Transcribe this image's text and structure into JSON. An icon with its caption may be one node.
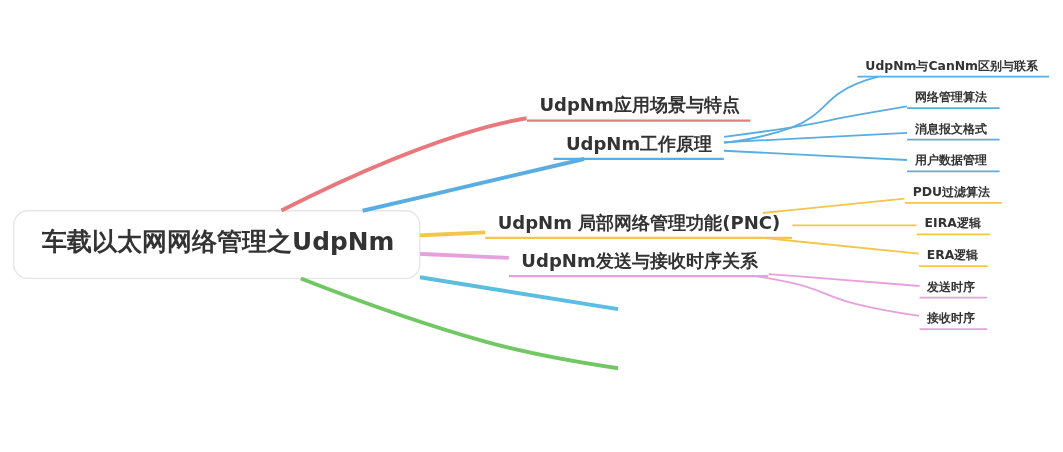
{
  "diagram": {
    "nodes": [
      {
        "text": [
          "车载以太网网络管理之UdpNm"
        ]
      },
      {
        "text": [
          "UdpNm应用场景与特点"
        ]
      },
      {
        "text": [
          "UdpNm工作原理"
        ]
      },
      {
        "text": [
          "UdpNm与CanNm区别与联系"
        ]
      },
      {
        "text": [
          "网络管理算法"
        ]
      },
      {
        "text": [
          "消息报文格式"
        ]
      },
      {
        "text": [
          "用户数据管理"
        ]
      },
      {
        "text": [
          "UdpNm 局部网络管理功能(PNC)"
        ]
      },
      {
        "text": [
          "PDU过滤算法"
        ]
      },
      {
        "text": [
          "EIRA逻辑"
        ]
      },
      {
        "text": [
          "ERA逻辑"
        ]
      },
      {
        "text": [
          "UdpNm发送与接收时序关系"
        ]
      },
      {
        "text": [
          "发送时序"
        ]
      },
      {
        "text": [
          "接收时序"
        ]
      }
    ],
    "edges": [
      {
        "from": 0,
        "to": 1,
        "arrow": "none",
        "style": "thick",
        "color": "#e8787c"
      },
      {
        "from": 0,
        "to": 2,
        "arrow": "none",
        "style": "thick",
        "color": "#5aade0"
      },
      {
        "from": 2,
        "to": 3,
        "arrow": "none",
        "color": "#5aade0"
      },
      {
        "from": 2,
        "to": 4,
        "arrow": "none",
        "color": "#5aade0"
      },
      {
        "from": 2,
        "to": 5,
        "arrow": "none",
        "color": "#5aade0"
      },
      {
        "from": 2,
        "to": 6,
        "arrow": "none",
        "color": "#5aade0"
      },
      {
        "from": 0,
        "to": 7,
        "arrow": "none",
        "style": "thick",
        "color": "#f5c54a"
      },
      {
        "from": 7,
        "to": 8,
        "arrow": "none",
        "color": "#f5c54a"
      },
      {
        "from": 7,
        "to": 9,
        "arrow": "none",
        "color": "#f5c54a"
      },
      {
        "from": 7,
        "to": 10,
        "arrow": "none",
        "color": "#f5c54a"
      },
      {
        "from": 0,
        "to": 11,
        "arrow": "none",
        "style": "thick",
        "color": "#e8a0dc"
      },
      {
        "from": 11,
        "to": 12,
        "arrow": "none",
        "color": "#e8a0dc"
      },
      {
        "from": 11,
        "to": 13,
        "arrow": "none",
        "color": "#e8a0dc"
      },
      {
        "from": 0,
        "to": null,
        "arrow": "none",
        "style": "thick",
        "color": "#72c765"
      },
      {
        "from": 0,
        "to": null,
        "arrow": "none",
        "style": "thick",
        "color": "#5bbde0"
      }
    ]
  }
}
